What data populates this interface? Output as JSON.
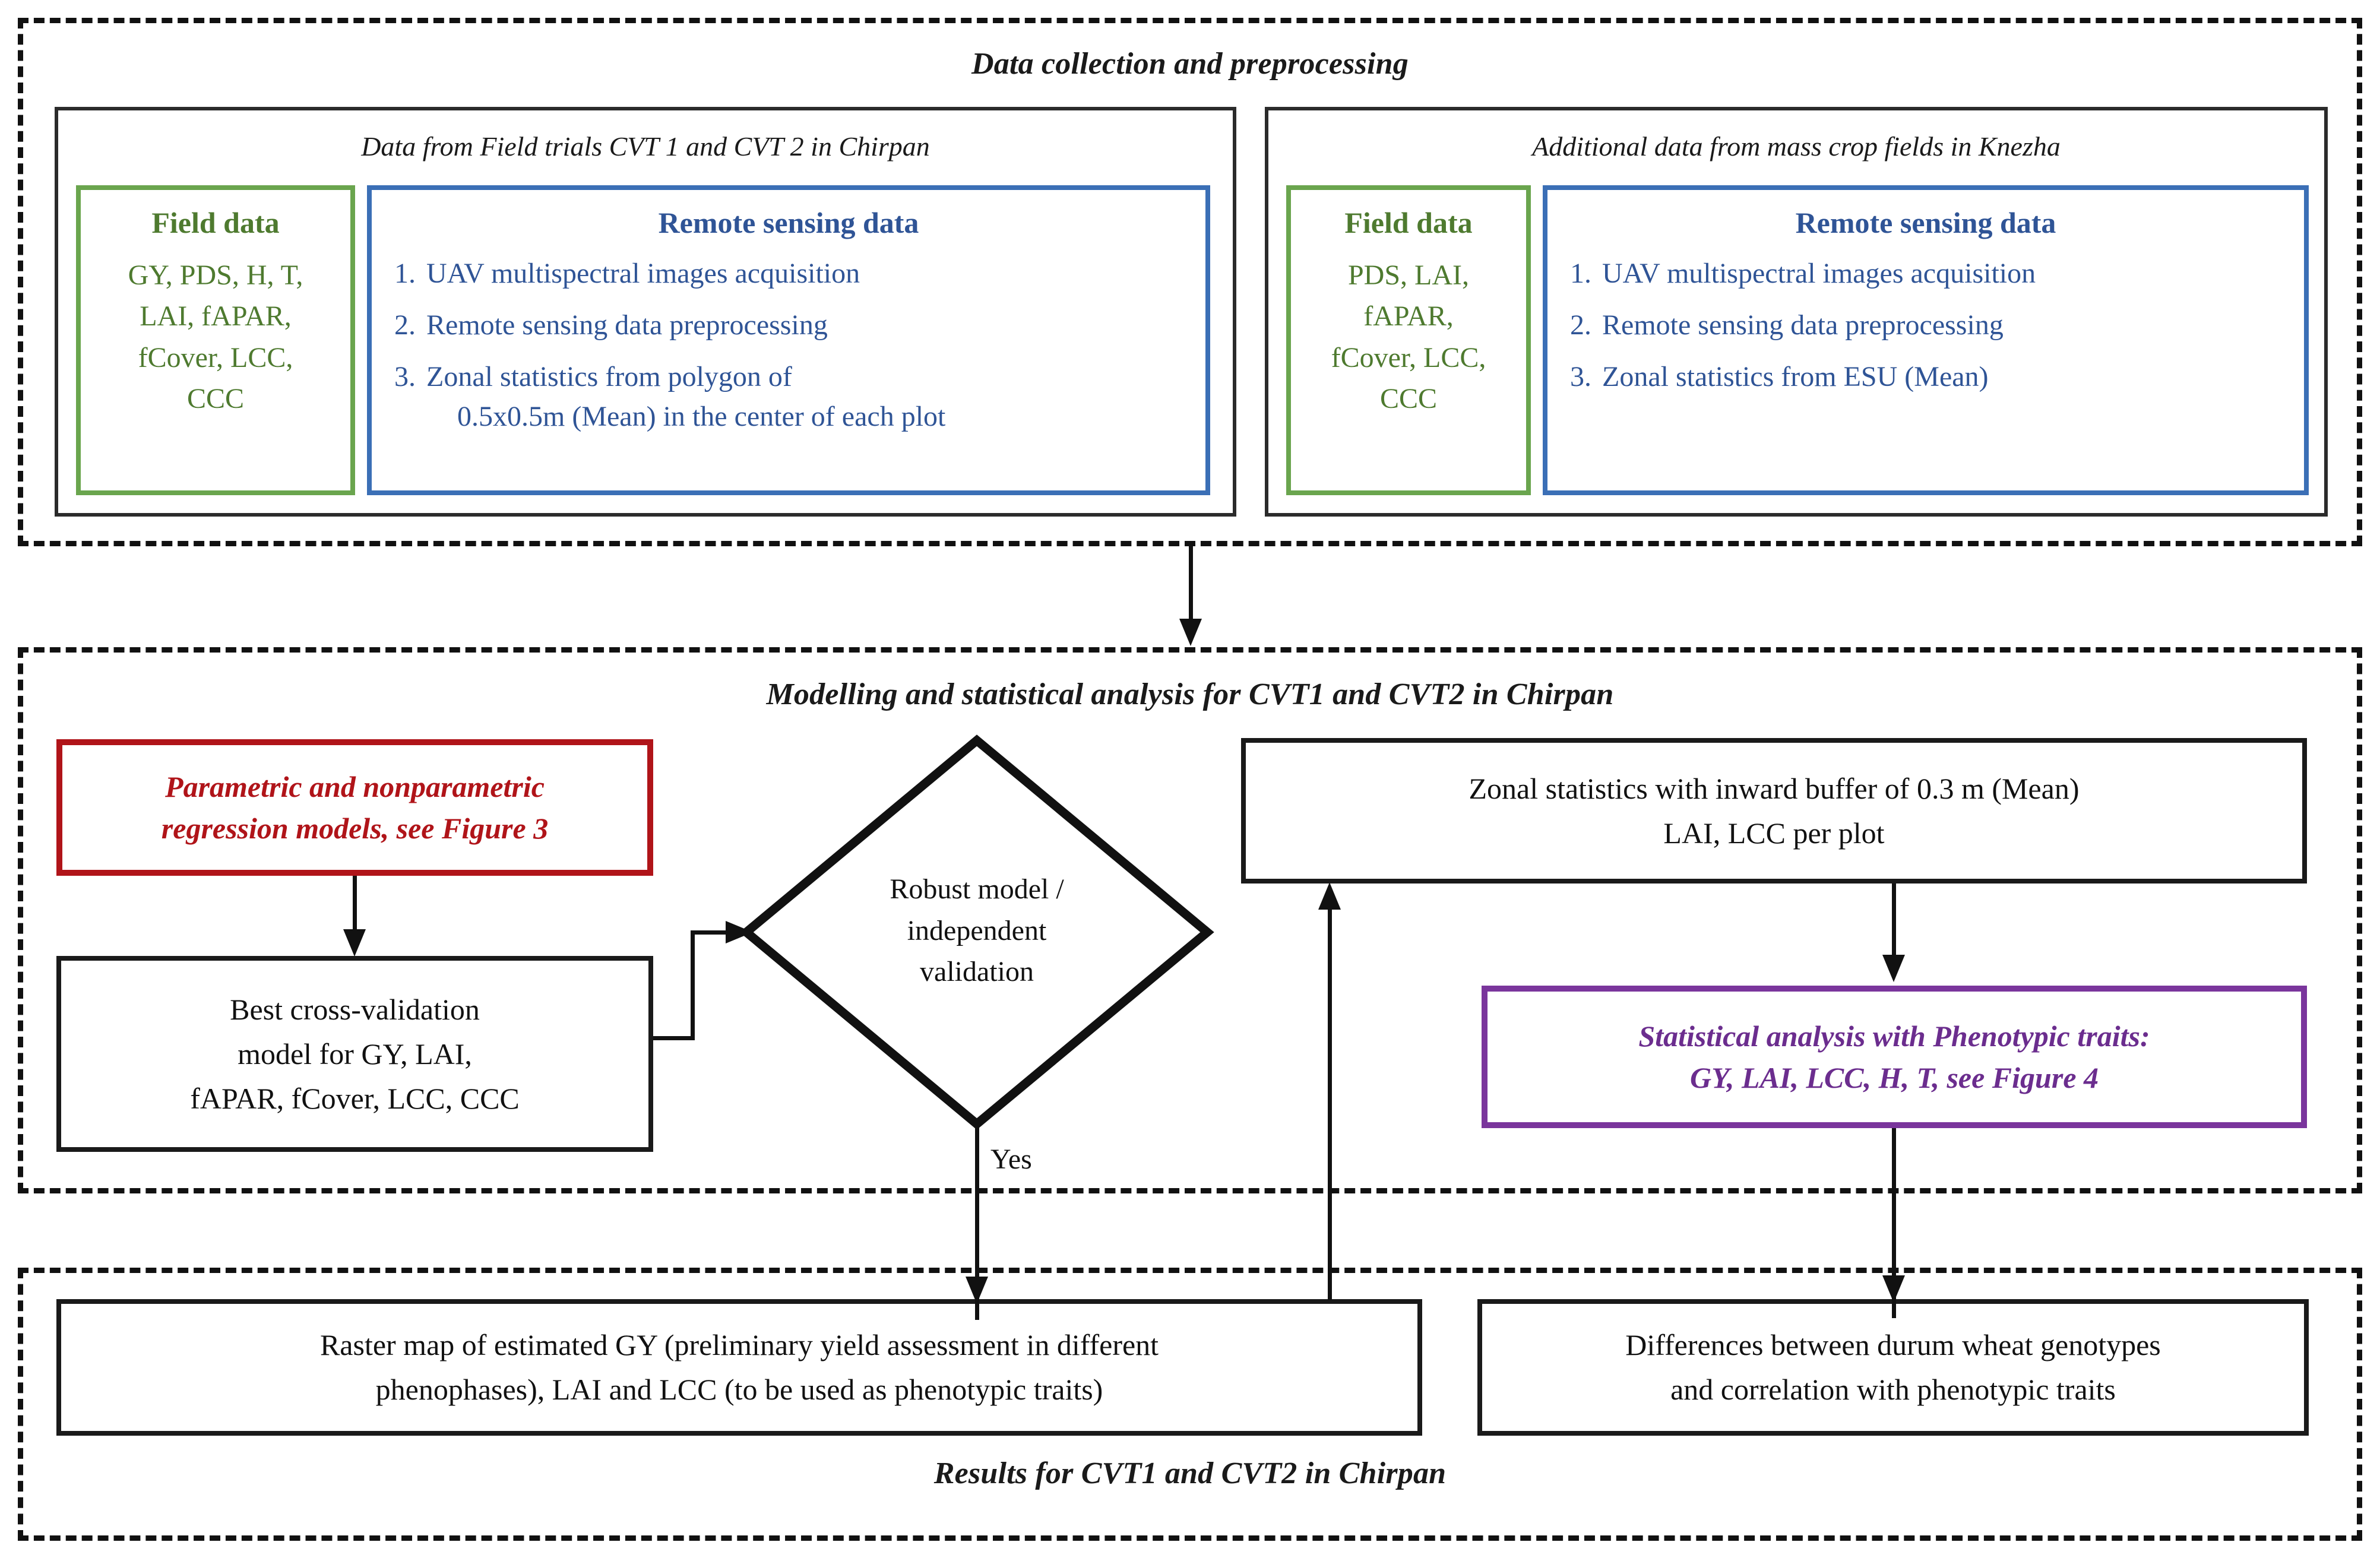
{
  "figure": {
    "type": "flowchart",
    "sections": [
      {
        "id": "data-collection",
        "title": "Data collection and preprocessing",
        "panels": [
          {
            "id": "chirpan",
            "title": "Data from Field trials CVT 1 and CVT 2 in Chirpan",
            "field_data": {
              "heading": "Field data",
              "lines": [
                "GY, PDS, H, T,",
                "LAI, fAPAR,",
                "fCover, LCC,",
                "CCC"
              ]
            },
            "remote_sensing": {
              "heading": "Remote sensing data",
              "items": [
                {
                  "num": "1.",
                  "text": "UAV multispectral images acquisition",
                  "cont": ""
                },
                {
                  "num": "2.",
                  "text": "Remote sensing data preprocessing",
                  "cont": ""
                },
                {
                  "num": "3.",
                  "text": "Zonal statistics from polygon of",
                  "cont": "0.5x0.5m (Mean) in the center of each plot"
                }
              ]
            }
          },
          {
            "id": "knezha",
            "title": "Additional data from mass crop fields in Knezha",
            "field_data": {
              "heading": "Field data",
              "lines": [
                "PDS, LAI,",
                "fAPAR,",
                "fCover, LCC,",
                "CCC"
              ]
            },
            "remote_sensing": {
              "heading": "Remote sensing data",
              "items": [
                {
                  "num": "1.",
                  "text": "UAV multispectral images acquisition",
                  "cont": ""
                },
                {
                  "num": "2.",
                  "text": "Remote sensing data preprocessing",
                  "cont": ""
                },
                {
                  "num": "3.",
                  "text": "Zonal statistics from ESU (Mean)",
                  "cont": ""
                }
              ]
            }
          }
        ]
      },
      {
        "id": "modelling",
        "title": "Modelling and statistical analysis for CVT1 and CVT2 in Chirpan",
        "nodes": {
          "regression_models": {
            "lines": [
              "Parametric and nonparametric",
              "regression models, see Figure 3"
            ],
            "color": "#b01419"
          },
          "best_model": {
            "lines": [
              "Best cross-validation",
              "model for GY, LAI,",
              "fAPAR, fCover, LCC, CCC"
            ],
            "color": "#111111"
          },
          "decision": {
            "lines": [
              "Robust model /",
              "independent",
              "validation"
            ],
            "color": "#111111"
          },
          "zonal_stats": {
            "lines": [
              "Zonal statistics with inward buffer of 0.3 m (Mean)",
              "LAI, LCC per plot"
            ],
            "color": "#111111"
          },
          "statistical_analysis": {
            "lines": [
              "Statistical analysis with Phenotypic traits:",
              "GY, LAI, LCC, H, T, see Figure 4"
            ],
            "color": "#7a359c"
          }
        },
        "edge_labels": {
          "yes": "Yes"
        }
      },
      {
        "id": "results",
        "title": "Results for CVT1 and CVT2 in Chirpan",
        "nodes": {
          "raster_map": {
            "lines": [
              "Raster map of estimated GY (preliminary yield assessment in different",
              "phenophases), LAI and LCC (to be used as phenotypic traits)"
            ],
            "color": "#111111"
          },
          "differences": {
            "lines": [
              "Differences between durum wheat genotypes",
              "and correlation with phenotypic traits"
            ],
            "color": "#111111"
          }
        }
      }
    ],
    "colors": {
      "green": "#6aa54e",
      "green_text": "#4e7a2f",
      "blue": "#3b6fb6",
      "blue_text": "#2f5496",
      "red": "#b01419",
      "purple": "#7a359c",
      "black": "#111111"
    }
  }
}
